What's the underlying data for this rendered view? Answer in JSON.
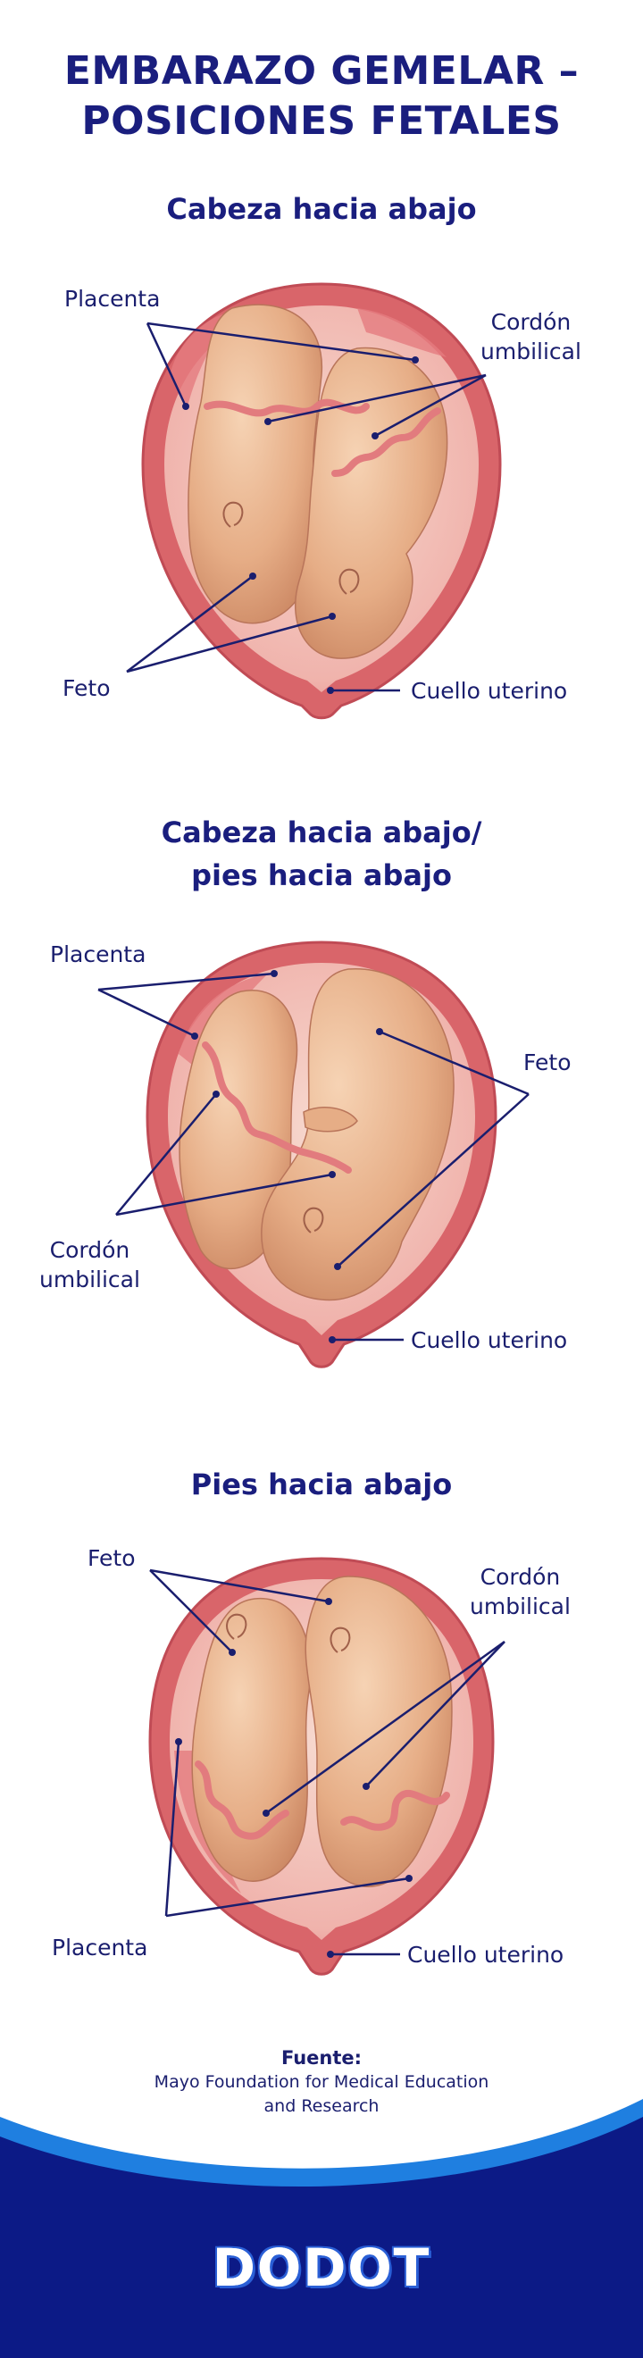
{
  "title": {
    "line1": "EMBARAZO GEMELAR –",
    "line2": "POSICIONES FETALES"
  },
  "sections": [
    {
      "title_lines": [
        "Cabeza hacia abajo"
      ],
      "labels": {
        "placenta": "Placenta",
        "cordon": [
          "Cordón",
          "umbilical"
        ],
        "feto": "Feto",
        "cuello": "Cuello uterino"
      }
    },
    {
      "title_lines": [
        "Cabeza hacia abajo/",
        "pies hacia abajo"
      ],
      "labels": {
        "placenta": "Placenta",
        "feto": "Feto",
        "cordon": [
          "Cordón",
          "umbilical"
        ],
        "cuello": "Cuello uterino"
      }
    },
    {
      "title_lines": [
        "Pies hacia abajo"
      ],
      "labels": {
        "feto": "Feto",
        "cordon": [
          "Cordón",
          "umbilical"
        ],
        "placenta": "Placenta",
        "cuello": "Cuello uterino"
      }
    }
  ],
  "source": {
    "title": "Fuente:",
    "lines": [
      "Mayo Foundation for Medical Education",
      "and Research"
    ]
  },
  "brand": {
    "logo_text": "DODOT"
  },
  "colors": {
    "title": "#1a1e7e",
    "uterus": "#d9656a",
    "uterus_inner": "#f1a0a0",
    "fetus": "#e9b58f",
    "cord": "#e27b7e",
    "leader": "#1a1e6e",
    "footer_blue": "#0c1a86",
    "footer_accent": "#1f7fe0"
  }
}
